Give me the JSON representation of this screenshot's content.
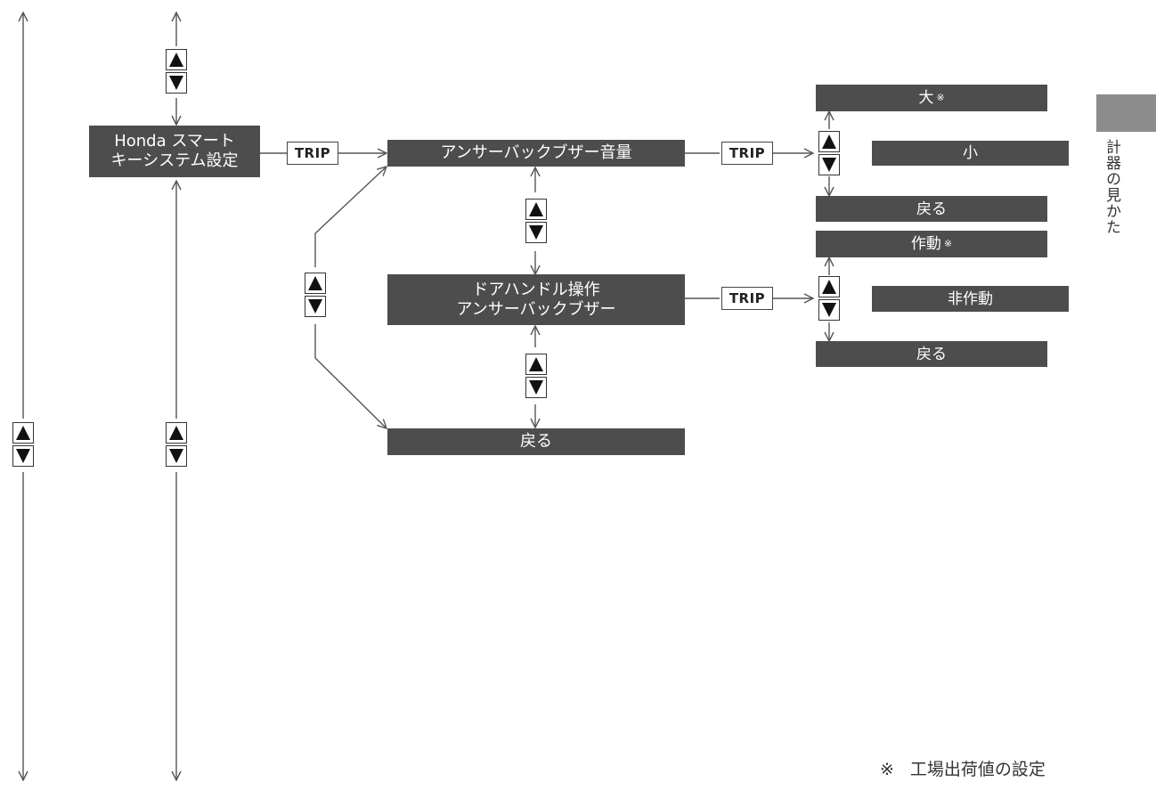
{
  "nodes": {
    "honda": [
      "Honda スマート",
      "キーシステム設定"
    ],
    "answer_volume": "アンサーバックブザー音量",
    "door_handle": [
      "ドアハンドル操作",
      "アンサーバックブザー"
    ],
    "back_main": "戻る",
    "large": "大",
    "small": "小",
    "back_volume": "戻る",
    "on": "作動",
    "off": "非作動",
    "back_door": "戻る"
  },
  "default_mark": "※",
  "trip_label": "TRIP",
  "side_tab": {
    "label": "計器の見かた",
    "color": "#8c8c8c"
  },
  "footnote": {
    "mark": "※",
    "text": "工場出荷値の設定"
  },
  "colors": {
    "box": "#4d4d4d",
    "box_text": "#ffffff",
    "line": "#555555"
  },
  "icons": {
    "up": "triangle-up-icon",
    "down": "triangle-down-icon"
  }
}
